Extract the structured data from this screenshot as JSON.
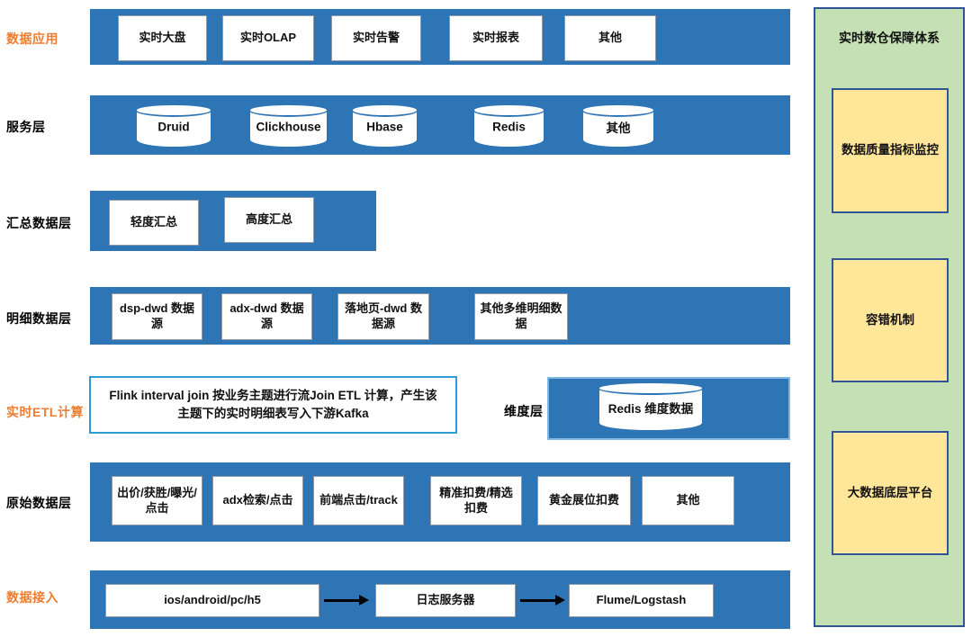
{
  "colors": {
    "bar_blue": "#2E75B6",
    "accent_orange": "#ED7D31",
    "panel_green": "#C5E0B4",
    "box_yellow": "#FFE699",
    "panel_border_blue": "#2F5597",
    "etl_border_blue": "#2E9BD5",
    "arrow_black": "#000000"
  },
  "layers": {
    "app": {
      "label": "数据应用",
      "boxes": [
        "实时大盘",
        "实时OLAP",
        "实时告警",
        "实时报表",
        "其他"
      ]
    },
    "service": {
      "label": "服务层",
      "cylinders": [
        "Druid",
        "Clickhouse",
        "Hbase",
        "Redis",
        "其他"
      ]
    },
    "summary": {
      "label": "汇总数据层",
      "boxes": [
        "轻度汇总",
        "高度汇总"
      ]
    },
    "detail": {
      "label": "明细数据层",
      "boxes": [
        "dsp-dwd 数据源",
        "adx-dwd 数据源",
        "落地页-dwd 数据源",
        "其他多维明细数据"
      ]
    },
    "etl": {
      "label": "实时ETL计算",
      "text": "Flink  interval join  按业务主题进行流Join  ETL 计算，产生该主题下的实时明细表写入下游Kafka"
    },
    "dimension": {
      "label": "维度层",
      "cylinder": "Redis 维度数据"
    },
    "raw": {
      "label": "原始数据层",
      "boxes": [
        "出价/获胜/曝光/点击",
        "adx检索/点击",
        "前端点击/track",
        "精准扣费/精选扣费",
        "黄金展位扣费",
        "其他"
      ]
    },
    "ingest": {
      "label": "数据接入",
      "boxes": [
        "ios/android/pc/h5",
        "日志服务器",
        "Flume/Logstash"
      ]
    }
  },
  "sidebar": {
    "title": "实时数仓保障体系",
    "items": [
      "数据质量指标监控",
      "容错机制",
      "大数据底层平台"
    ]
  }
}
